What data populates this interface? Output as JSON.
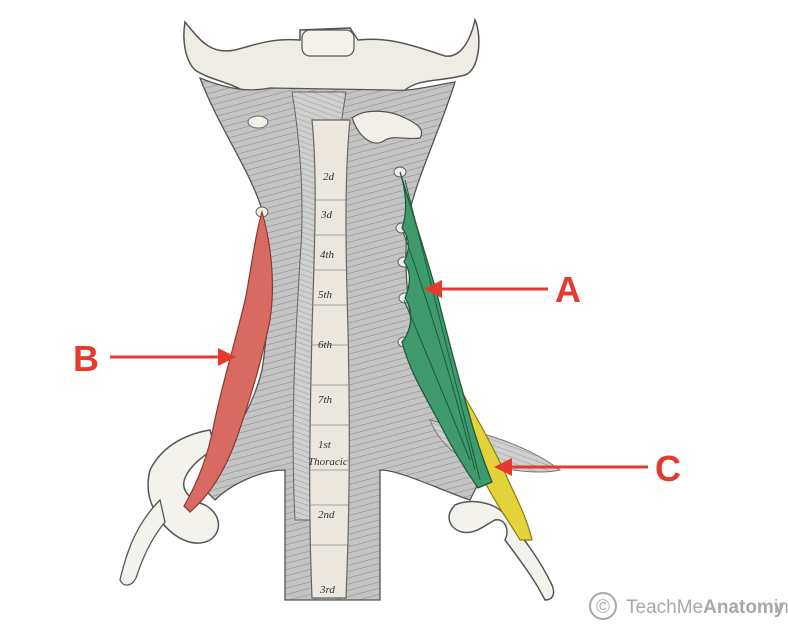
{
  "colors": {
    "arrow": "#e53b2f",
    "muscle_a": "#3f9a6e",
    "muscle_b": "#d86a62",
    "muscle_c": "#e3d23a",
    "bone": "#f1efe8",
    "tissue": "#b9b9b9"
  },
  "callouts": {
    "a": "A",
    "b": "B",
    "c": "C"
  },
  "vertebra_labels": [
    "2d",
    "3d",
    "4th",
    "5th",
    "6th",
    "7th",
    "1st",
    "Thoracic",
    "2nd",
    "3rd"
  ],
  "watermark": {
    "symbol": "©",
    "brand_light": "TeachMe",
    "brand_bold": "Anatomy",
    "suffix": "info"
  }
}
